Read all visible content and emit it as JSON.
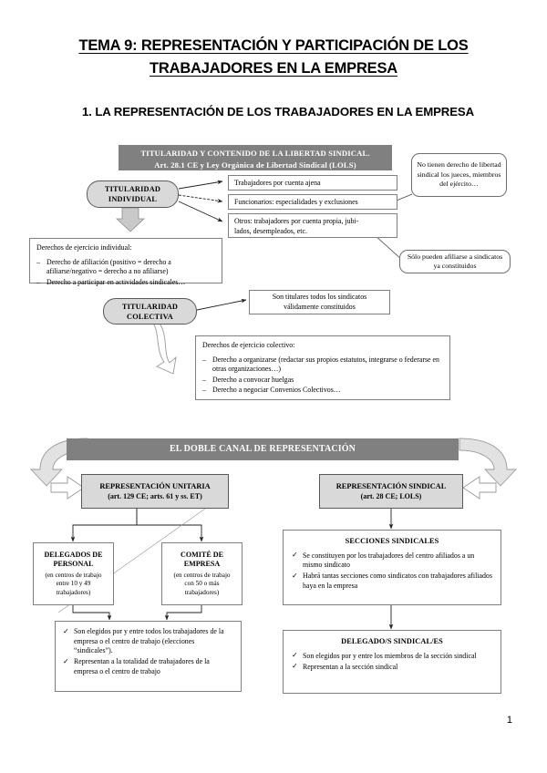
{
  "document": {
    "title_line1": "TEMA 9: REPRESENTACIÓN Y PARTICIPACIÓN DE LOS",
    "title_line2": "TRABAJADORES EN LA EMPRESA",
    "section1_heading": "1. LA REPRESENTACIÓN DE LOS TRABAJADORES EN LA EMPRESA",
    "page_number": "1"
  },
  "diagram1": {
    "banner_line1": "TITULARIDAD Y CONTENIDO DE LA LIBERTAD SINDICAL.",
    "banner_line2": "Art. 28.1 CE y Ley Orgánica de Libertad Sindical (LOLS)",
    "individual_pill_line1": "TITULARIDAD",
    "individual_pill_line2": "INDIVIDUAL",
    "branch1": "Trabajadores por cuenta ajena",
    "branch2": "Funcionarios: especialidades y exclusiones",
    "branch3_line1": "Otros: trabajadores por cuenta propia, jubi-",
    "branch3_line2": "lados, desempleados, etc.",
    "callout1": "No tienen  derecho de libertad sindical los jueces, miembros del ejército…",
    "callout2": "Sólo pueden afiliarse a sindicatos ya constituidos",
    "rights_individual_heading": "Derechos de ejercicio individual:",
    "rights_individual": [
      "Derecho de afiliación (positivo = derecho a afiliarse/negativo = derecho a no afiliarse)",
      "Derecho a participar en actividades sindicales…"
    ],
    "collective_pill_line1": "TITULARIDAD",
    "collective_pill_line2": "COLECTIVA",
    "collective_holders_line1": "Son titulares todos los sindicatos",
    "collective_holders_line2": "válidamente constituidos",
    "rights_collective_heading": "Derechos de ejercicio colectivo:",
    "rights_collective": [
      "Derecho a organizarse (redactar sus propios estatutos, integrarse o federarse en otras organizaciones…)",
      "Derecho a convocar huelgas",
      "Derecho a negociar Convenios Colectivos…"
    ]
  },
  "diagram2": {
    "banner": "EL DOBLE CANAL DE REPRESENTACIÓN",
    "unitaria_title": "REPRESENTACIÓN UNITARIA",
    "unitaria_sub": "(art. 129 CE; arts. 61 y ss. ET)",
    "sindical_title": "REPRESENTACIÓN SINDICAL",
    "sindical_sub": "(art. 28 CE; LOLS)",
    "delegados_personal_title_line1": "DELEGADOS DE",
    "delegados_personal_title_line2": "PERSONAL",
    "delegados_personal_sub_line1": "(en centros de trabajo",
    "delegados_personal_sub_line2": "entre 10 y  49",
    "delegados_personal_sub_line3": "trabajadores)",
    "comite_title_line1": "COMITÉ DE",
    "comite_title_line2": "EMPRESA",
    "comite_sub_line1": "(en centros de trabajo",
    "comite_sub_line2": "con 50 o más",
    "comite_sub_line3": "trabajadores)",
    "unitaria_points": [
      "Son elegidos por y entre todos los trabajadores de la empresa o el centro de trabajo (elecciones “sindicales”).",
      "Representan a la totalidad de trabajadores de la empresa o el centro de trabajo"
    ],
    "secciones_title": "SECCIONES SINDICALES",
    "secciones_points": [
      "Se constituyen por los trabajadores del centro afiliados a un mismo sindicato",
      "Habrá tantas secciones como sindicatos con trabajadores afiliados haya en la empresa"
    ],
    "delegados_sindicales_title": "DELEGADO/S SINDICAL/ES",
    "delegados_sindicales_points": [
      "Son elegidos por y entre los miembros de la sección sindical",
      "Representan a la sección sindical"
    ]
  },
  "colors": {
    "banner_bg": "#808080",
    "box_fill": "#d9d9d9",
    "border": "#595959",
    "arrow_fill": "#d9d9d9"
  }
}
